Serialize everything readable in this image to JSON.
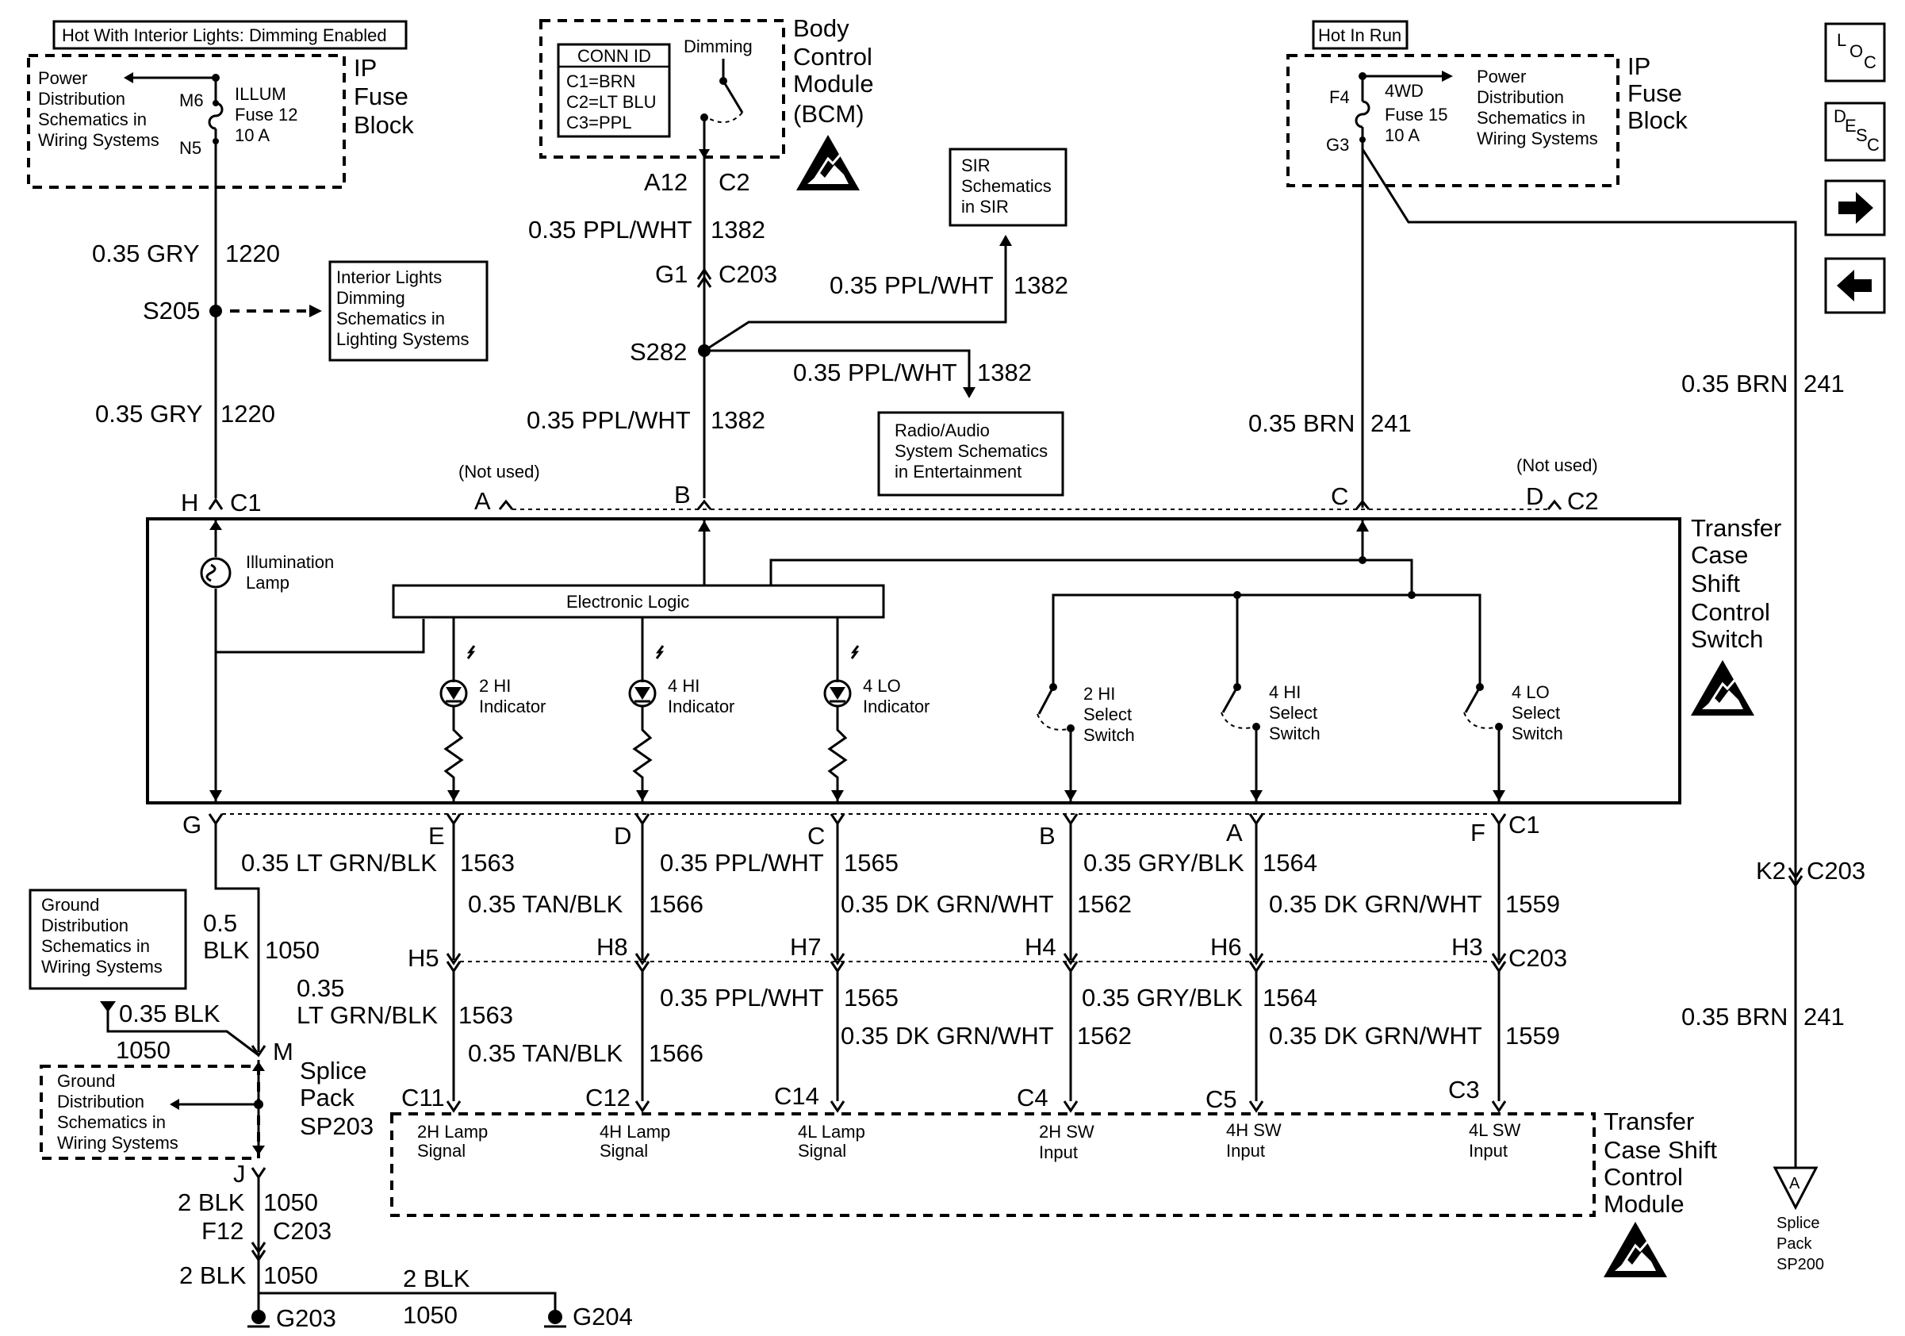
{
  "labels": {
    "hot_interior": "Hot With Interior Lights: Dimming Enabled",
    "hot_in_run": "Hot In Run",
    "pwr_dist_1": "Power",
    "pwr_dist_2": "Distribution",
    "pwr_dist_3": "Schematics in",
    "pwr_dist_4": "Wiring Systems",
    "m6": "M6",
    "n5": "N5",
    "illum": "ILLUM",
    "fuse12": "Fuse 12",
    "fuse12_amp": "10 A",
    "ip": "IP",
    "fuse": "Fuse",
    "block": "Block",
    "f4": "F4",
    "g3": "G3",
    "fwd": "4WD",
    "fuse15": "Fuse 15",
    "fuse15_amp": "10 A",
    "conn_id": "CONN ID",
    "c1_brn": "C1=BRN",
    "c2_ltblu": "C2=LT BLU",
    "c3_ppl": "C3=PPL",
    "dimming": "Dimming",
    "bcm_1": "Body",
    "bcm_2": "Control",
    "bcm_3": "Module",
    "bcm_4": "(BCM)",
    "a12": "A12",
    "c2": "C2",
    "ppl_1382_a": "0.35 PPL/WHT",
    "n1382_a": "1382",
    "g1": "G1",
    "c203_a": "C203",
    "sir_1": "SIR",
    "sir_2": "Schematics",
    "sir_3": "in SIR",
    "ppl_1382_b": "0.35 PPL/WHT",
    "n1382_b": "1382",
    "s282": "S282",
    "ppl_1382_c": "0.35 PPL/WHT",
    "n1382_c": "1382",
    "ppl_1382_d": "0.35 PPL/WHT",
    "n1382_d": "1382",
    "radio_1": "Radio/Audio",
    "radio_2": "System Schematics",
    "radio_3": "in Entertainment",
    "gry_1220_a": "0.35 GRY",
    "n1220_a": "1220",
    "s205": "S205",
    "dim_1": "Interior Lights",
    "dim_2": "Dimming",
    "dim_3": "Schematics in",
    "dim_4": "Lighting Systems",
    "gry_1220_b": "0.35 GRY",
    "n1220_b": "1220",
    "brn_241_a": "0.35 BRN",
    "n241_a": "241",
    "brn_241_b": "0.35 BRN",
    "n241_b": "241",
    "brn_241_c": "0.35 BRN",
    "n241_c": "241",
    "not_used_a": "(Not used)",
    "not_used_d": "(Not used)",
    "pin_h": "H",
    "pin_c1_top": "C1",
    "pin_a": "A",
    "pin_b_top": "B",
    "pin_c_top": "C",
    "pin_d_top": "D",
    "pin_c2_top": "C2",
    "tcss_1": "Transfer",
    "tcss_2": "Case",
    "tcss_3": "Shift",
    "tcss_4": "Control",
    "tcss_5": "Switch",
    "illum_lamp_1": "Illumination",
    "illum_lamp_2": "Lamp",
    "electronic_logic": "Electronic Logic",
    "ind_2hi_1": "2 HI",
    "ind_4hi_1": "4 HI",
    "ind_4lo_1": "4 LO",
    "indicator": "Indicator",
    "sel_2hi_1": "2 HI",
    "sel_4hi_1": "4 HI",
    "sel_4lo_1": "4 LO",
    "select": "Select",
    "switch": "Switch",
    "pin_g": "G",
    "pin_e": "E",
    "pin_d": "D",
    "pin_c": "C",
    "pin_b": "B",
    "pin_a_bot": "A",
    "pin_f": "F",
    "pin_c1_bot": "C1",
    "w_ltgrn_1563": "0.35 LT GRN/BLK",
    "n1563": "1563",
    "w_tan_1566": "0.35  TAN/BLK",
    "n1566": "1566",
    "w_ppl_1565": "0.35 PPL/WHT",
    "n1565": "1565",
    "w_dkgrn_1562": "0.35 DK GRN/WHT",
    "n1562": "1562",
    "w_gry_1564": "0.35 GRY/BLK",
    "n1564": "1564",
    "w_dkgrn_1559": "0.35 DK GRN/WHT",
    "n1559": "1559",
    "h5": "H5",
    "h8": "H8",
    "h7": "H7",
    "h4": "H4",
    "h6": "H6",
    "h3": "H3",
    "c203_mid": "C203",
    "k2": "K2",
    "c203_r": "C203",
    "w2_ltgrn_a": "0.35",
    "w2_ltgrn_b": "LT GRN/BLK",
    "n1563_2": "1563",
    "w2_tan": "0.35  TAN/BLK",
    "n1566_2": "1566",
    "w2_ppl": "0.35 PPL/WHT",
    "n1565_2": "1565",
    "w2_dkgrn_1562": "0.35 DK GRN/WHT",
    "n1562_2": "1562",
    "w2_gry": "0.35 GRY/BLK",
    "n1564_2": "1564",
    "w2_dkgrn_1559": "0.35 DK GRN/WHT",
    "n1559_2": "1559",
    "gnd_1": "Ground",
    "gnd_2": "Distribution",
    "gnd_3": "Schematics in",
    "gnd_4": "Wiring Systems",
    "blk05_a": "0.5",
    "blk05_b": "BLK",
    "n1050_a": "1050",
    "blk035": "0.35 BLK",
    "n1050_b": "1050",
    "pin_m": "M",
    "splice_1": "Splice",
    "splice_2": "Pack",
    "splice_3": "SP203",
    "pin_j": "J",
    "blk2_a": "2 BLK",
    "n1050_c": "1050",
    "f12": "F12",
    "c203_f12": "C203",
    "blk2_b": "2 BLK",
    "n1050_d": "1050",
    "blk2_c": "2 BLK",
    "n1050_e": "1050",
    "g203": "G203",
    "g204": "G204",
    "c11": "C11",
    "c12": "C12",
    "c14": "C14",
    "c4": "C4",
    "c5": "C5",
    "c3": "C3",
    "m_2h_1": "2H Lamp",
    "m_4h_1": "4H Lamp",
    "m_4l_1": "4L Lamp",
    "signal": "Signal",
    "m_2hsw": "2H SW",
    "m_4hsw": "4H SW",
    "m_4lsw": "4L SW",
    "input": "Input",
    "tccm_1": "Transfer",
    "tccm_2": "Case Shift",
    "tccm_3": "Control",
    "tccm_4": "Module",
    "sp200_a": "A",
    "sp200_1": "Splice",
    "sp200_2": "Pack",
    "sp200_3": "SP200",
    "nav_loc_1": "L",
    "nav_loc_2": "O",
    "nav_loc_3": "C",
    "nav_desc_1": "D",
    "nav_desc_2": "E",
    "nav_desc_3": "S",
    "nav_desc_4": "C"
  },
  "nav": {
    "forward_icon": "right-arrow-icon",
    "back_icon": "left-arrow-icon"
  }
}
